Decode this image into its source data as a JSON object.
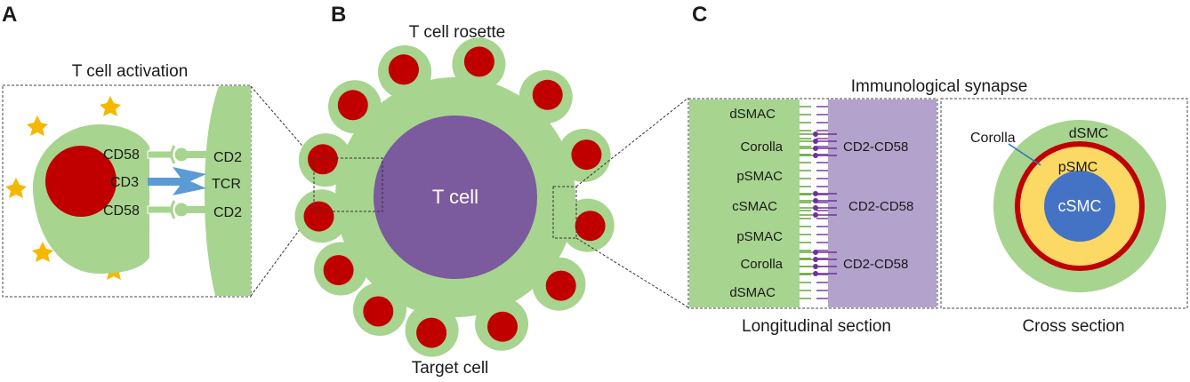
{
  "colors": {
    "green": "#a7d48e",
    "green_stroke": "#5aa02c",
    "red": "#c00000",
    "purple": "#7b5a9e",
    "lavender": "#b3a2cc",
    "star": "#f5b800",
    "tcr_blue": "#5b9bd5",
    "yellow": "#fcd864",
    "csmc_blue": "#4472c4",
    "dark_red_ring": "#c00000"
  },
  "panel_a": {
    "letter": "A",
    "title": "T cell activation",
    "labels": {
      "cd58_top": "CD58",
      "cd3": "CD3",
      "cd58_bottom": "CD58",
      "cd2_top": "CD2",
      "tcr": "TCR",
      "cd2_bottom": "CD2"
    }
  },
  "panel_b": {
    "letter": "B",
    "title": "T cell rosette",
    "center_label": "T cell",
    "bottom_label": "Target cell"
  },
  "panel_c": {
    "letter": "C",
    "title": "Immunological synapse",
    "long_section": {
      "caption": "Longitudinal section",
      "left_labels": [
        "dSMAC",
        "Corolla",
        "pSMAC",
        "cSMAC",
        "pSMAC",
        "Corolla",
        "dSMAC"
      ],
      "right_labels": [
        "CD2-CD58",
        "CD2-CD58",
        "CD2-CD58"
      ]
    },
    "cross_section": {
      "caption": "Cross section",
      "corolla": "Corolla",
      "dsmc": "dSMC",
      "psmc": "pSMC",
      "csmc": "cSMC"
    }
  }
}
